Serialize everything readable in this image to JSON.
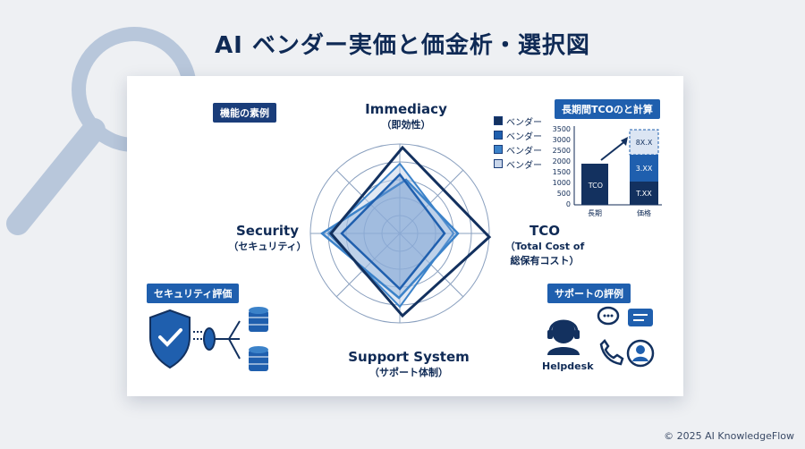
{
  "title": "AI ベンダー実価と価金析・選択図",
  "footer": "© 2025 AI KnowledgeFlow",
  "tags": {
    "features": "機能の素例",
    "tco": "長期間TCOのと計算",
    "security": "セキュリティ評価",
    "support": "サポートの評例"
  },
  "axes": {
    "top": {
      "en": "Immediacy",
      "jp": "（即効性）"
    },
    "right": {
      "en": "TCO",
      "jp1": "（Total Cost of",
      "jp2": "総保有コスト）"
    },
    "bottom": {
      "en": "Support System",
      "jp": "（サポート体制）"
    },
    "left": {
      "en": "Security",
      "jp": "（セキュリティ）"
    }
  },
  "legend": [
    {
      "label": "ベンダー",
      "color": "#13315f"
    },
    {
      "label": "ベンダー",
      "color": "#1f5fae"
    },
    {
      "label": "ベンダー",
      "color": "#3b82c9"
    },
    {
      "label": "ベンダー",
      "color": "#c9d6ea"
    }
  ],
  "tco_chart": {
    "yticks": [
      "3500",
      "3000",
      "2500",
      "2000",
      "1500",
      "1000",
      "500",
      "0"
    ],
    "categories": [
      "長期",
      "価格"
    ],
    "bar1_label": "TCO",
    "stack_labels": [
      "T.XX",
      "3.XX",
      "8X.X"
    ]
  },
  "helpdesk": "Helpdesk",
  "colors": {
    "primary": "#1f5fae",
    "dark": "#13315f",
    "light": "#c9d6ea"
  }
}
